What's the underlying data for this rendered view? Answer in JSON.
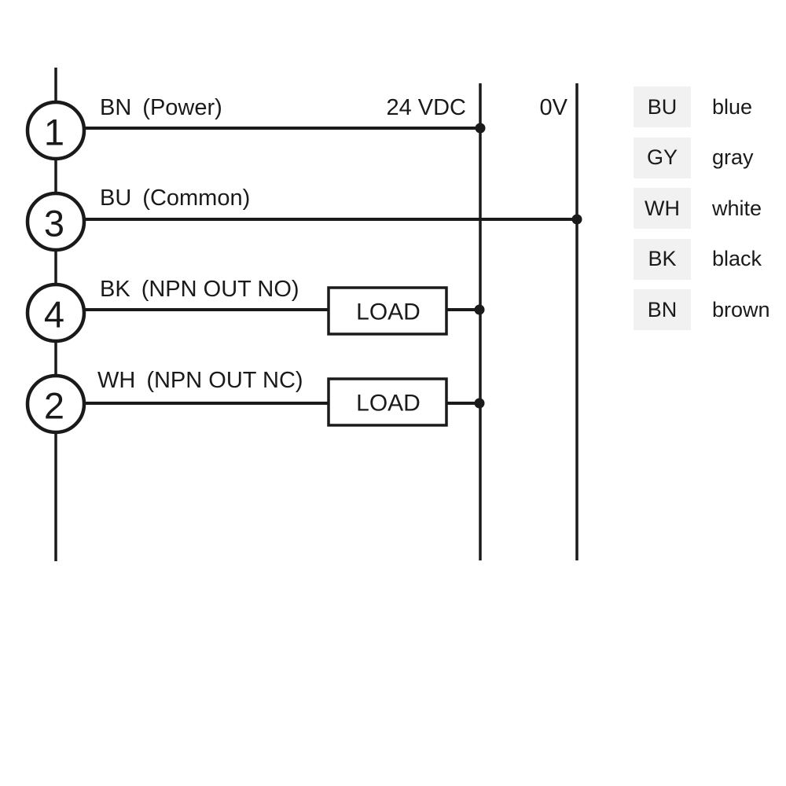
{
  "buses": [
    {
      "id": "plus",
      "label": "24 VDC"
    },
    {
      "id": "zero",
      "label": "0V"
    }
  ],
  "pins": [
    {
      "number": "1",
      "code": "BN",
      "function": "(Power)",
      "connects_to": "24 VDC",
      "load": null
    },
    {
      "number": "3",
      "code": "BU",
      "function": "(Common)",
      "connects_to": "0V",
      "load": null
    },
    {
      "number": "4",
      "code": "BK",
      "function": "(NPN OUT NO)",
      "connects_to": "24 VDC",
      "load": "LOAD"
    },
    {
      "number": "2",
      "code": "WH",
      "function": "(NPN OUT NC)",
      "connects_to": "24 VDC",
      "load": "LOAD"
    }
  ],
  "legend": [
    {
      "code": "BU",
      "name": "blue"
    },
    {
      "code": "GY",
      "name": "gray"
    },
    {
      "code": "WH",
      "name": "white"
    },
    {
      "code": "BK",
      "name": "black"
    },
    {
      "code": "BN",
      "name": "brown"
    }
  ]
}
